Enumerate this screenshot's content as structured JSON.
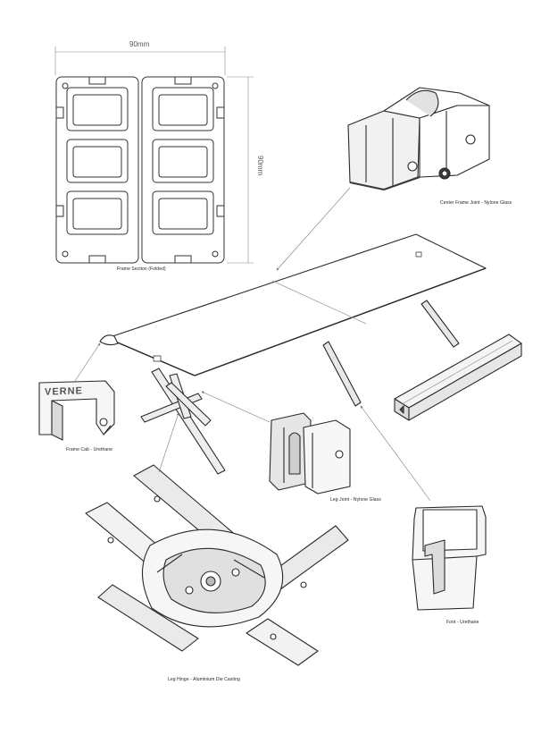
{
  "dimensions": {
    "width_label": "90mm",
    "height_label": "90mm"
  },
  "labels": {
    "frame_section": "Frame Section (Folded)",
    "center_joint": "Center Frame Joint - Nylone Glass",
    "frame_cab": "Frame Cab - Urethane",
    "leg_joint": "Leg Joint - Nylone Glass",
    "leg_hinge": "Leg Hinge - Aluminium Die Casting",
    "foot": "Foot - Urethane"
  },
  "brand": "VERNE",
  "colors": {
    "line": "#2a2a2a",
    "thin": "#777777",
    "shade": "#d8d8d8",
    "dark": "#3a3a3a"
  }
}
